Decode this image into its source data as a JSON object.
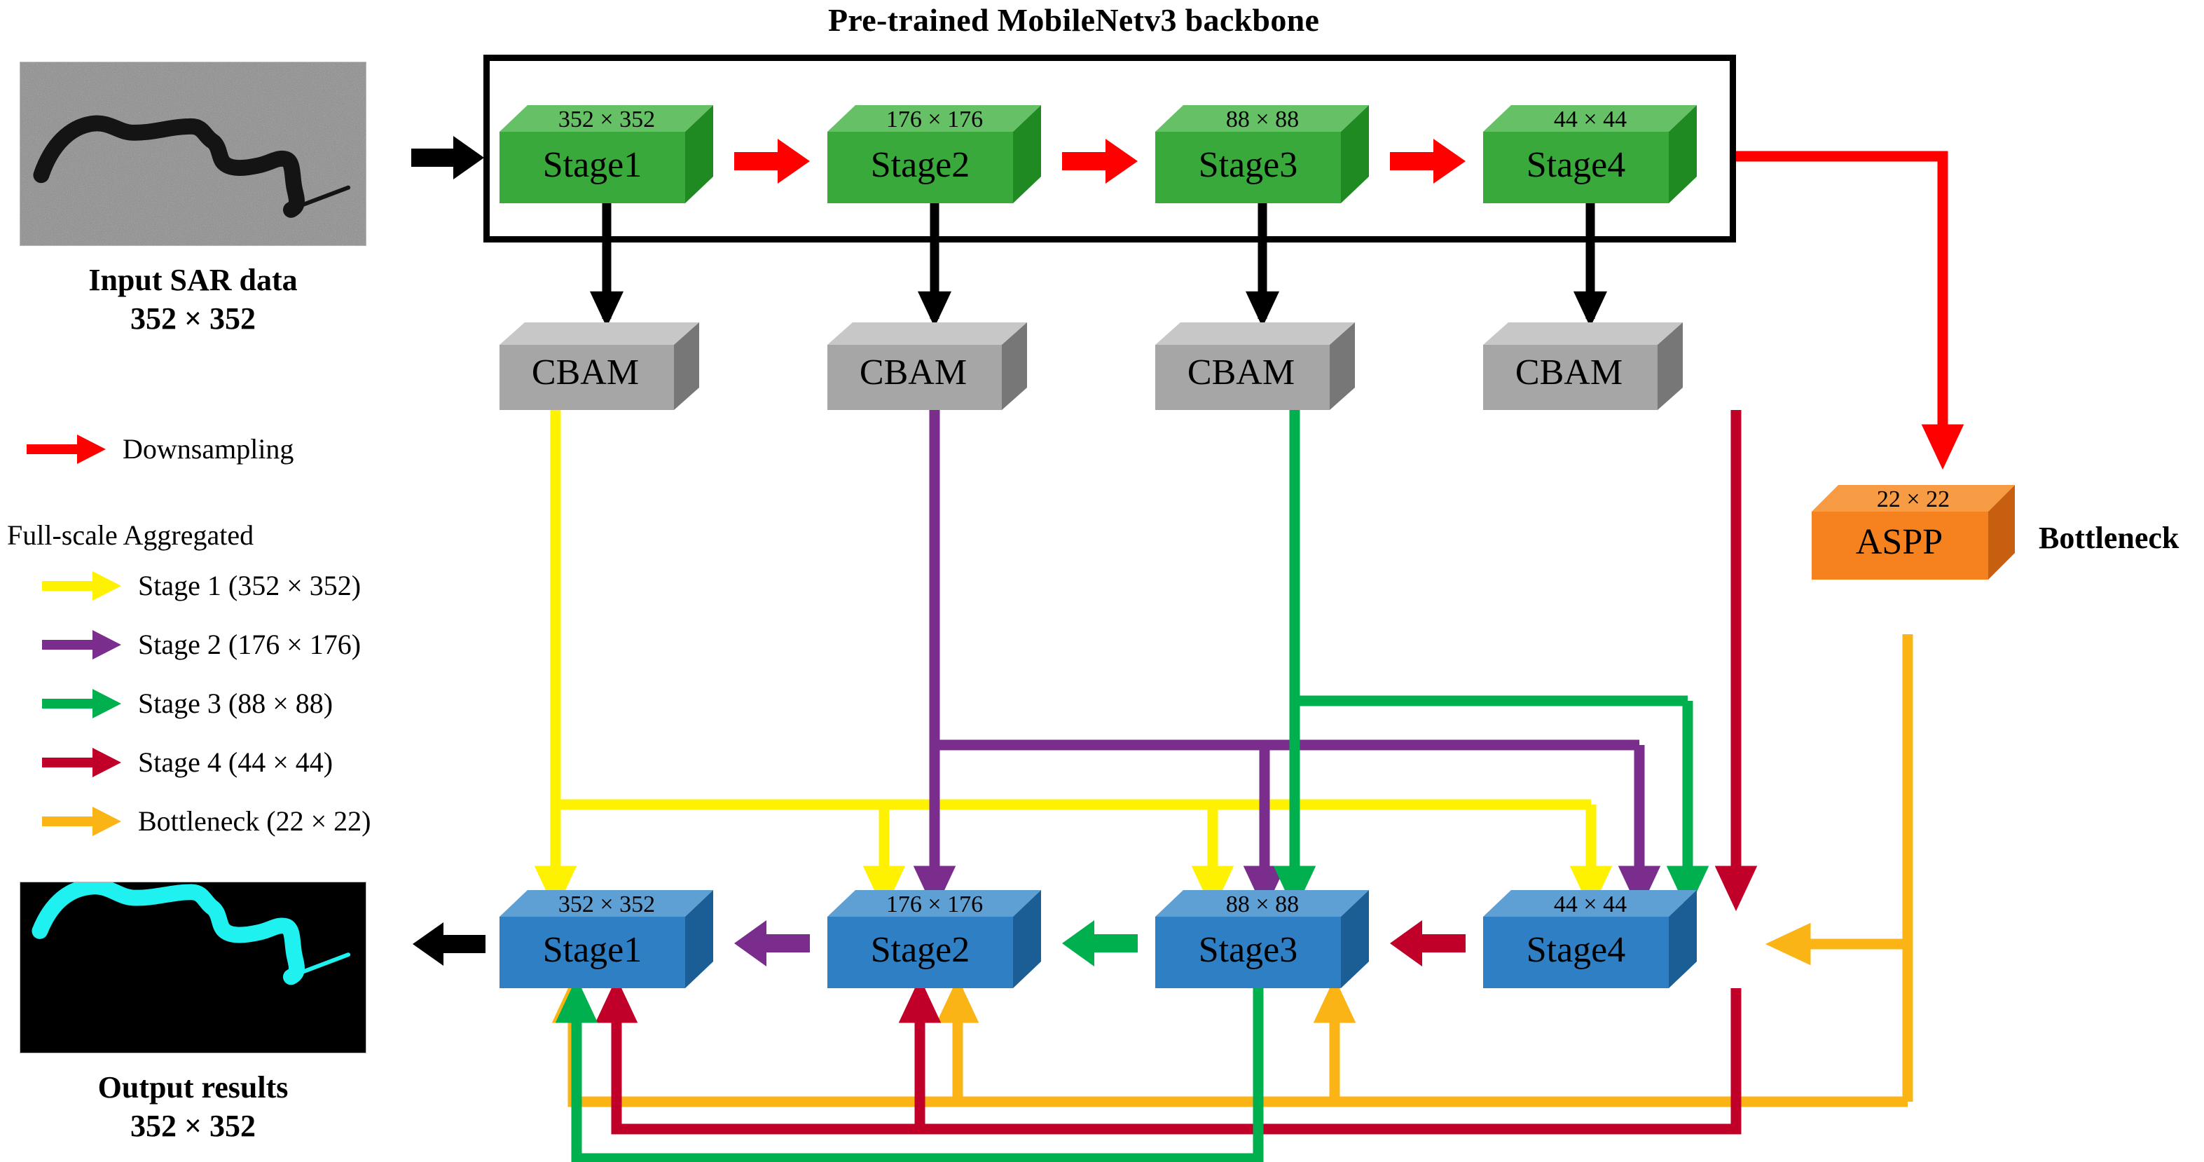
{
  "diagram": {
    "title": "Pre-trained MobileNetv3 backbone",
    "bottleneck_label": "Bottleneck"
  },
  "input_panel": {
    "caption_line1": "Input SAR data",
    "caption_line2": "352 × 352",
    "image_name": "sar-grayscale-image"
  },
  "output_panel": {
    "caption_line1": "Output results",
    "caption_line2": "352 × 352",
    "image_name": "segmentation-mask-image"
  },
  "encoder": {
    "boxes": [
      {
        "dim": "352 × 352",
        "name": "Stage1"
      },
      {
        "dim": "176 × 176",
        "name": "Stage2"
      },
      {
        "dim": "88 × 88",
        "name": "Stage3"
      },
      {
        "dim": "44 × 44",
        "name": "Stage4"
      }
    ]
  },
  "attention": {
    "boxes": [
      {
        "name": "CBAM"
      },
      {
        "name": "CBAM"
      },
      {
        "name": "CBAM"
      },
      {
        "name": "CBAM"
      }
    ]
  },
  "bottleneck": {
    "dim": "22 × 22",
    "name": "ASPP"
  },
  "decoder": {
    "boxes": [
      {
        "dim": "352 × 352",
        "name": "Stage1"
      },
      {
        "dim": "176 × 176",
        "name": "Stage2"
      },
      {
        "dim": "88 × 88",
        "name": "Stage3"
      },
      {
        "dim": "44 × 44",
        "name": "Stage4"
      }
    ]
  },
  "legend": {
    "downsampling": {
      "label": "Downsampling",
      "color": "#FF0000"
    },
    "group_heading": "Full-scale Aggregated",
    "items": [
      {
        "label": "Stage 1 (352 × 352)",
        "color": "#FFF200"
      },
      {
        "label": "Stage 2 (176 × 176)",
        "color": "#7B2D8E"
      },
      {
        "label": "Stage 3 (88 × 88)",
        "color": "#00B04F"
      },
      {
        "label": "Stage 4 (44 × 44)",
        "color": "#C1002A"
      },
      {
        "label": "Bottleneck (22 × 22)",
        "color": "#FBB415"
      }
    ]
  },
  "colors": {
    "encoder_box": "#38A93A",
    "attention_box": "#A6A6A6",
    "decoder_box": "#2E7FC4",
    "bottleneck_box": "#F5811F",
    "downsample_arrow": "#FF0000",
    "stage1_flow": "#FFF200",
    "stage2_flow": "#7B2D8E",
    "stage3_flow": "#00B04F",
    "stage4_flow": "#C1002A",
    "bottleneck_flow": "#FBB415",
    "black_arrow": "#000000",
    "mask": "#1FF0F0"
  }
}
